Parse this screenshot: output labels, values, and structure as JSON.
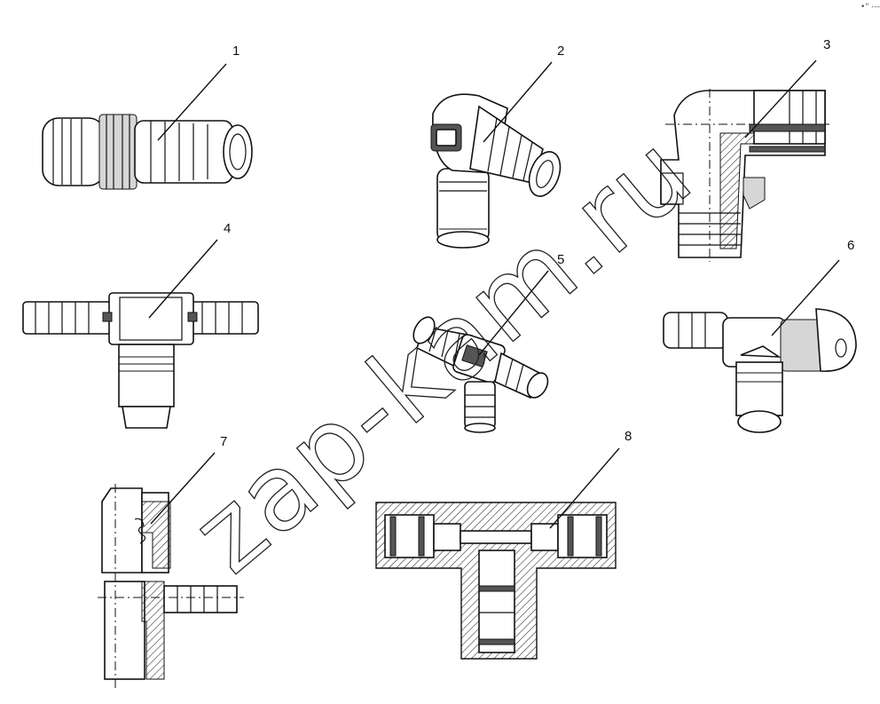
{
  "labels": {
    "p1": "1",
    "p2": "2",
    "p3": "3",
    "p4": "4",
    "p5": "5",
    "p6": "6",
    "p7": "7",
    "p8": "8"
  },
  "watermark": "zap-kam.ru",
  "corner_mark": "•\" ‐‐‐"
}
